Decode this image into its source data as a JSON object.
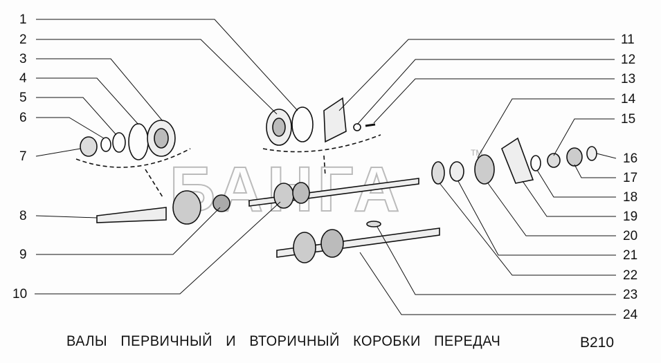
{
  "title": "ВАЛЫ ПЕРВИЧНЫЙ И ВТОРИЧНЫЙ КОРОБКИ ПЕРЕДАЧ",
  "code": "B210",
  "watermark": "БАНГА",
  "watermark_mark": "TM",
  "callouts": [
    "1",
    "2",
    "3",
    "4",
    "5",
    "6",
    "7",
    "8",
    "9",
    "10",
    "11",
    "12",
    "13",
    "14",
    "15",
    "16",
    "17",
    "18",
    "19",
    "20",
    "21",
    "22",
    "23",
    "24"
  ]
}
